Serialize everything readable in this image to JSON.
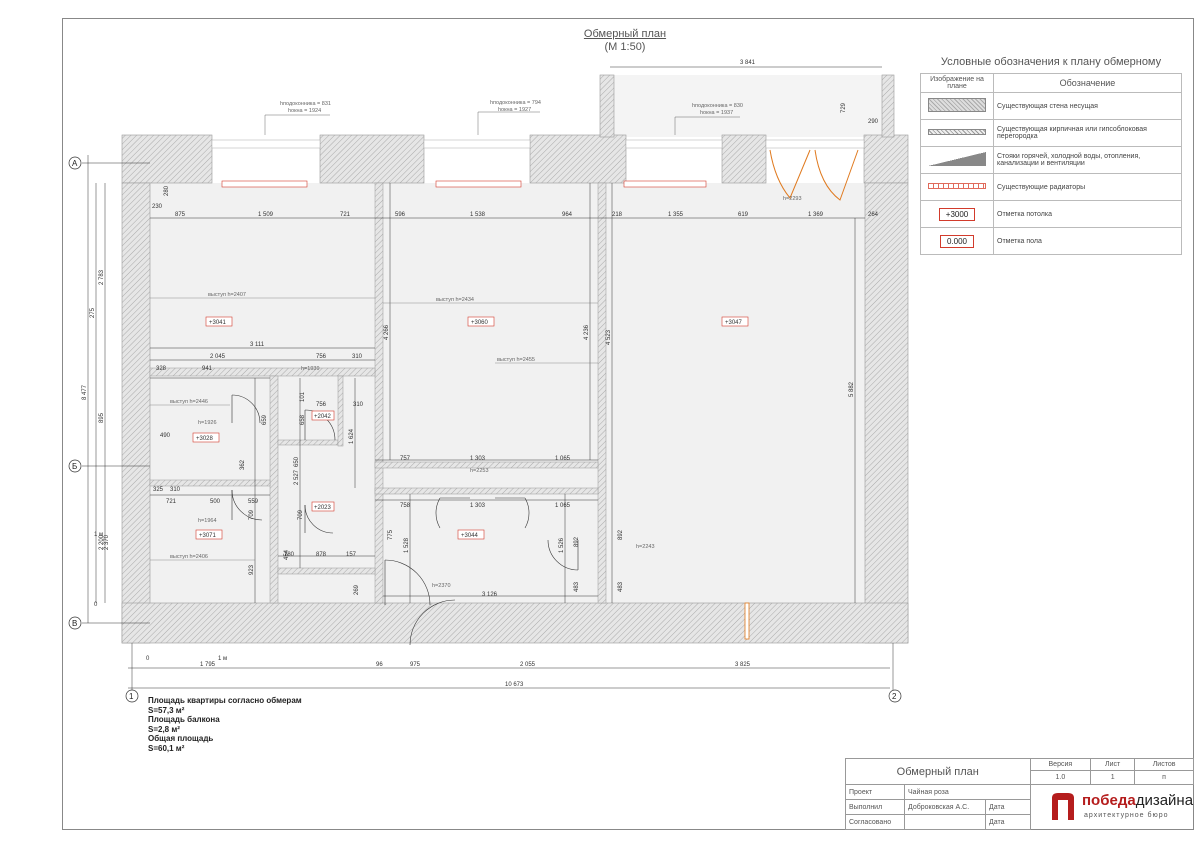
{
  "title": {
    "line1": "Обмерный план",
    "line2": "(М 1:50)"
  },
  "axes": {
    "a": "А",
    "b": "Б",
    "v": "В",
    "one": "1",
    "two": "2"
  },
  "top_dims": {
    "balcony_width": "3 841",
    "balcony_side": "729",
    "balcony_small": "290"
  },
  "window_labels": [
    {
      "l1": "hподоконника = 831",
      "l2": "hокна = 1924"
    },
    {
      "l1": "hподоконника = 794",
      "l2": "hокна = 1927"
    },
    {
      "l1": "hподоконника = 830",
      "l2": "hокна = 1937"
    }
  ],
  "room_dims": [
    "875",
    "1 509",
    "721",
    "596",
    "1 538",
    "964",
    "218",
    "1 355",
    "619",
    "1 369",
    "264",
    "3 111",
    "2 045",
    "756",
    "310",
    "941",
    "328",
    "756",
    "310",
    "490",
    "757",
    "1 303",
    "1 065",
    "758",
    "1 303",
    "1 065",
    "500",
    "559",
    "721",
    "325",
    "310",
    "878",
    "157",
    "180",
    "3 126",
    "280",
    "230"
  ],
  "vertical_dims": [
    "2 783",
    "275",
    "8 477",
    "895",
    "4 266",
    "4 236",
    "4 523",
    "5 882",
    "1 624",
    "2 527",
    "1 528",
    "1 526",
    "2 200",
    "2 370",
    "923",
    "709",
    "709",
    "775",
    "892",
    "892",
    "483",
    "483",
    "269",
    "659",
    "658",
    "101",
    "650",
    "362",
    "454"
  ],
  "bottom_dims": {
    "d1": "1 795",
    "d2": "96",
    "d3": "975",
    "d4": "2 055",
    "d5": "3 825",
    "total": "10 673",
    "meter": "1 м",
    "zero": "0"
  },
  "side_marks": {
    "m1": "1 м",
    "m0": "0"
  },
  "ceiling_marks": [
    "+3041",
    "+3060",
    "+3047",
    "+3028",
    "+2042",
    "+2023",
    "+3071",
    "+3044"
  ],
  "notes": {
    "n1": "выступ h=2407",
    "n2": "выступ h=2434",
    "n3": "выступ h=2455",
    "n4": "выступ h=2446",
    "n5": "выступ h=2406",
    "n6": "h=1939",
    "n7": "h=1926",
    "n8": "h=1964",
    "n9": "h=2253",
    "n10": "h=2243",
    "n11": "h=2370",
    "n12": "h=2293"
  },
  "legend": {
    "heading": "Условные обозначения к плану обмерному",
    "col1": "Изображение на плане",
    "col2": "Обозначение",
    "rows": [
      "Существующая стена несущая",
      "Существующая кирпичная или гипсоблоковая перегородка",
      "Стояки горячей, холодной воды, отопления, канализации и вентиляции",
      "Существующие радиаторы",
      "Отметка потолка",
      "Отметка пола"
    ],
    "ceiling_sample": "+3000",
    "floor_sample": "0.000"
  },
  "areas": {
    "l1": "Площадь квартиры согласно обмерам",
    "l2": "S=57,3 м²",
    "l3": "Площадь балкона",
    "l4": "S=2,8 м²",
    "l5": "Общая площадь",
    "l6": "S=60,1 м²"
  },
  "stamp": {
    "sheet_title": "Обмерный план",
    "version_h": "Версия",
    "sheet_h": "Лист",
    "sheets_h": "Листов",
    "version": "1.0",
    "sheet": "1",
    "sheets": "п",
    "project_h": "Проект",
    "project": "Чайная роза",
    "done_h": "Выполнил",
    "done": "Доброковская А.С.",
    "date_h": "Дата",
    "agreed_h": "Согласовано",
    "date_h2": "Дата"
  },
  "logo": {
    "brand_a": "победа",
    "brand_b": "дизайна",
    "sub": "архитектурное бюро"
  },
  "colors": {
    "accent_red": "#d23b2c",
    "door_orange": "#e07a1f",
    "wall": "#dcdcdc"
  }
}
